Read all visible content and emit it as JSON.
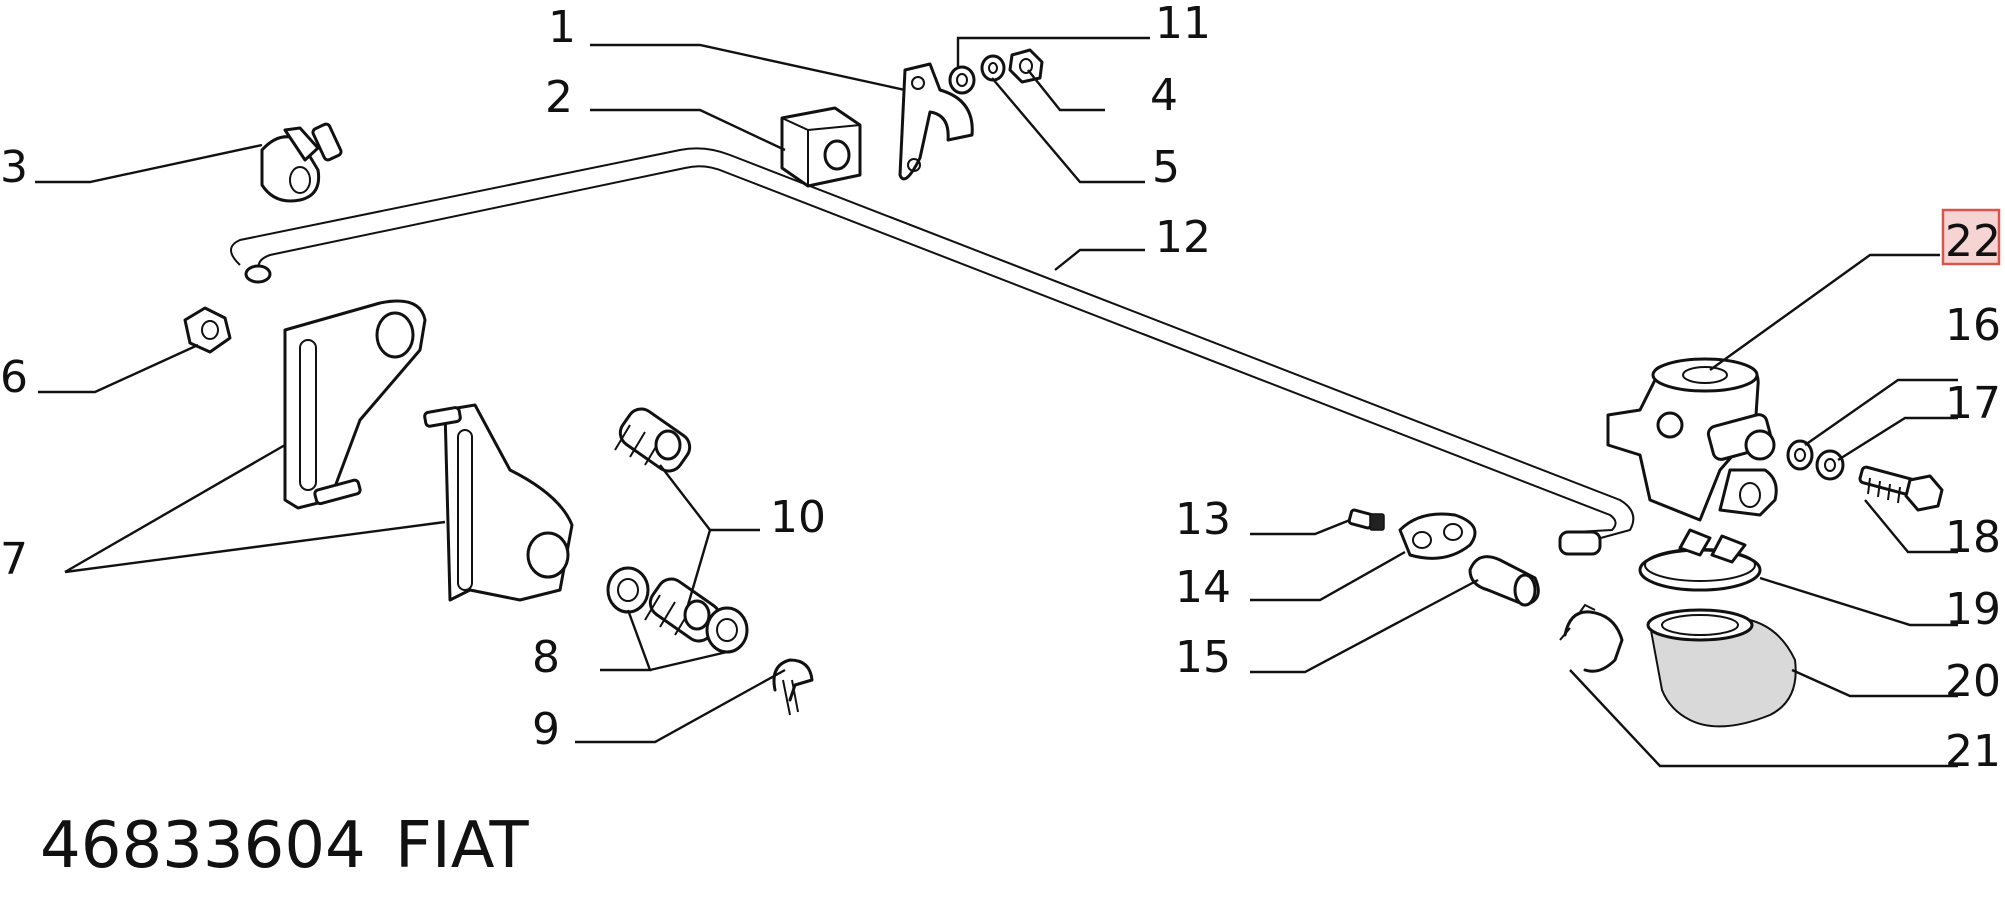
{
  "diagram": {
    "part_number": "46833604",
    "brand": "FIAT",
    "highlighted_callout": "22",
    "callouts": {
      "c1": "1",
      "c2": "2",
      "c3": "3",
      "c4": "4",
      "c5": "5",
      "c6": "6",
      "c7": "7",
      "c8": "8",
      "c9": "9",
      "c10": "10",
      "c11": "11",
      "c12": "12",
      "c13": "13",
      "c14": "14",
      "c15": "15",
      "c16": "16",
      "c17": "17",
      "c18": "18",
      "c19": "19",
      "c20": "20",
      "c21": "21",
      "c22": "22"
    }
  }
}
